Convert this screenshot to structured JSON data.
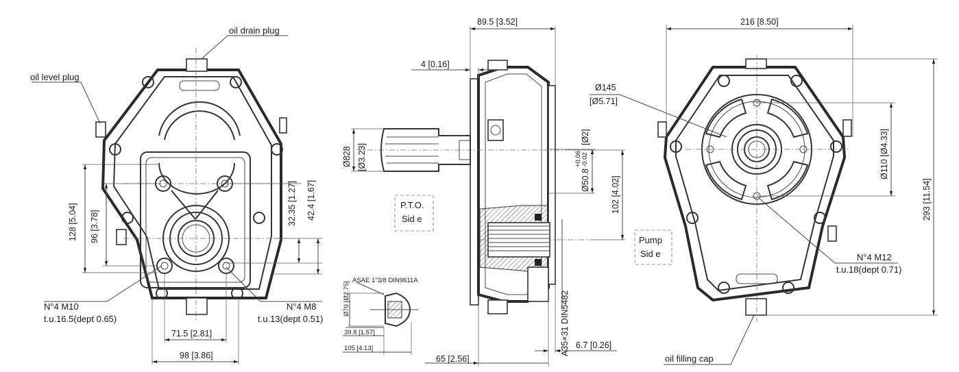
{
  "annotations": {
    "oil_drain_plug": "oil drain plug",
    "oil_level_plug": "oil level plug",
    "oil_filling_cap": "oil filling cap",
    "pto_side": [
      "P.T.O.",
      "Sid e"
    ],
    "pump_side": [
      "Pump",
      "Sid e"
    ],
    "m10_line1": "N°4 M10",
    "m10_line2": "t.u.16.5(dept 0.65)",
    "m8_line1": "N°4 M8",
    "m8_line2": "t.u.13(dept 0.51)",
    "m12_line1": "N°4 M12",
    "m12_line2": "t.u.18(dept 0.71)",
    "asae": "ASAE 1\"3/8 DIN9611A",
    "din5482": "A35×31 DIN5482"
  },
  "dimensions": {
    "d128": "128 [5.04]",
    "d96": "96 [3.78]",
    "d32_35": "32.35 [1.27]",
    "d42_4": "42.4 [1.67]",
    "d71_5": "71.5 [2.81]",
    "d98": "98 [3.86]",
    "d89_5": "89.5 [3.52]",
    "d4": "4 [0.16]",
    "d828": "Ø828",
    "d3_23": "[Ø3.23]",
    "d50_8": "Ø50.8",
    "d50_8_tol_top": "+0.06",
    "d50_8_tol_bot": "-0.02",
    "d2": "[Ø2]",
    "d102": "102 [4.02]",
    "d70": "Ø70 [Ø2.75]",
    "d39_8": "39.8 [1.57]",
    "d105": "105 [4.13]",
    "d65": "65 [2.56]",
    "d6_7": "6.7 [0.26]",
    "d216": "216 [8.50]",
    "d145": "Ø145",
    "d5_71": "[Ø5.71]",
    "d110": "Ø110 [Ø4.33]",
    "d293": "293 [11.54]"
  }
}
